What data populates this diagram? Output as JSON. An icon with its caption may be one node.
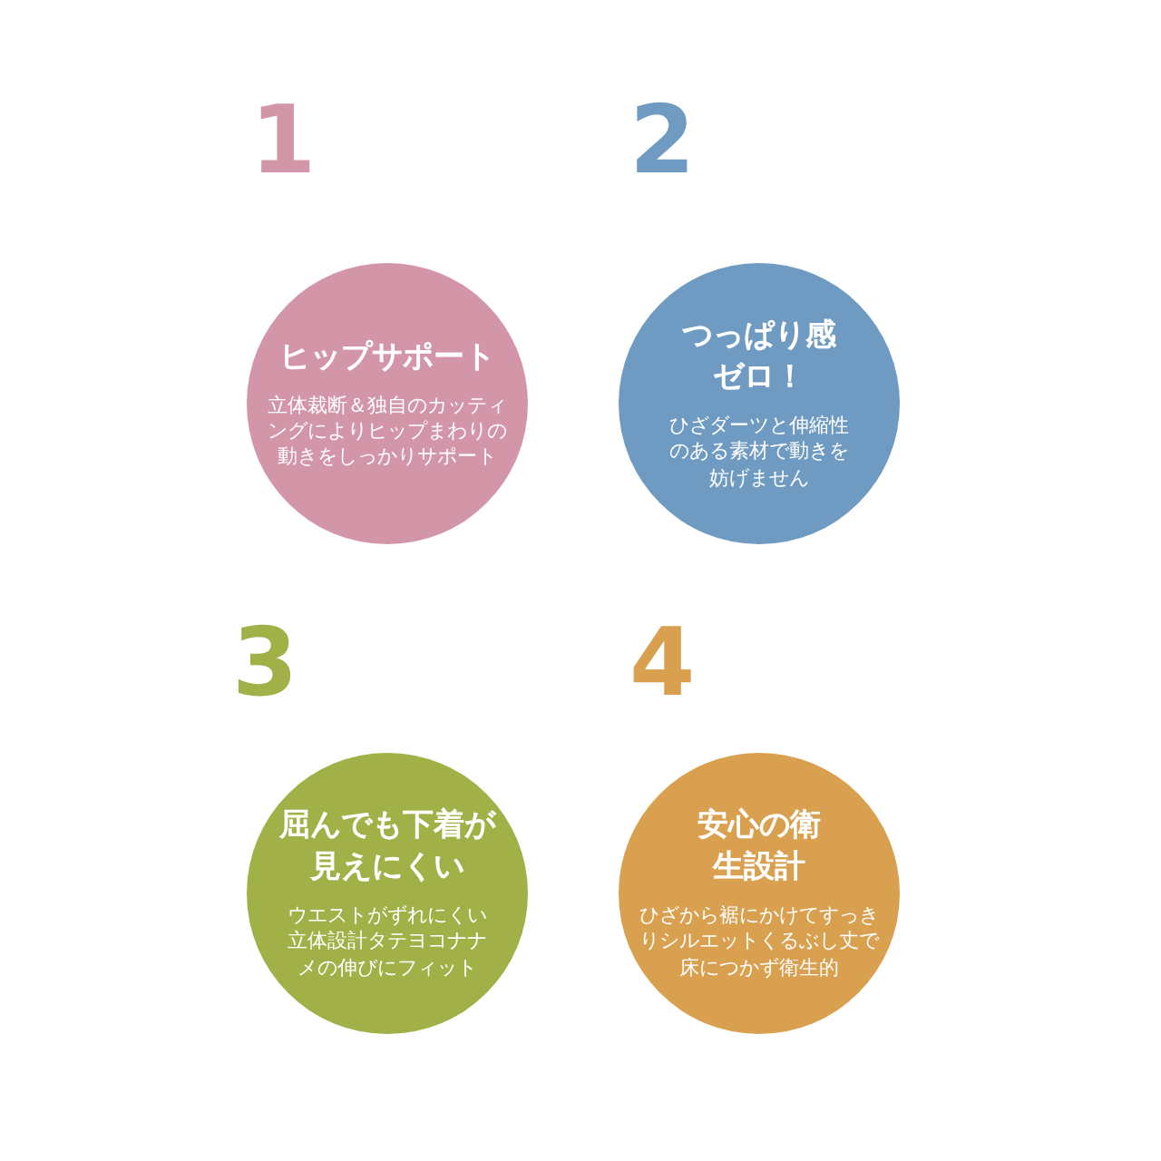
{
  "diagram": {
    "nodes": [
      {
        "text": [
          "ヒップサポート",
          "立体裁断＆独自のカッティングによりヒップまわりの動きをしっかりサポート"
        ],
        "beside": [
          "1"
        ]
      },
      {
        "text": [
          "つっぱり感ゼロ！",
          "ひざダーツと伸縮性のある素材で動きを妨げません"
        ],
        "beside": [
          "2"
        ]
      },
      {
        "text": [
          "屈んでも下着が見えにくい",
          "ウエストがずれにくい立体設計タテヨコナナメの伸びにフィット"
        ],
        "beside": [
          "3"
        ]
      },
      {
        "text": [
          "安心の衛生設計",
          "ひざから裾にかけてすっきりシルエットくるぶし丈で床につかず衛生的"
        ],
        "beside": [
          "4"
        ]
      }
    ]
  }
}
